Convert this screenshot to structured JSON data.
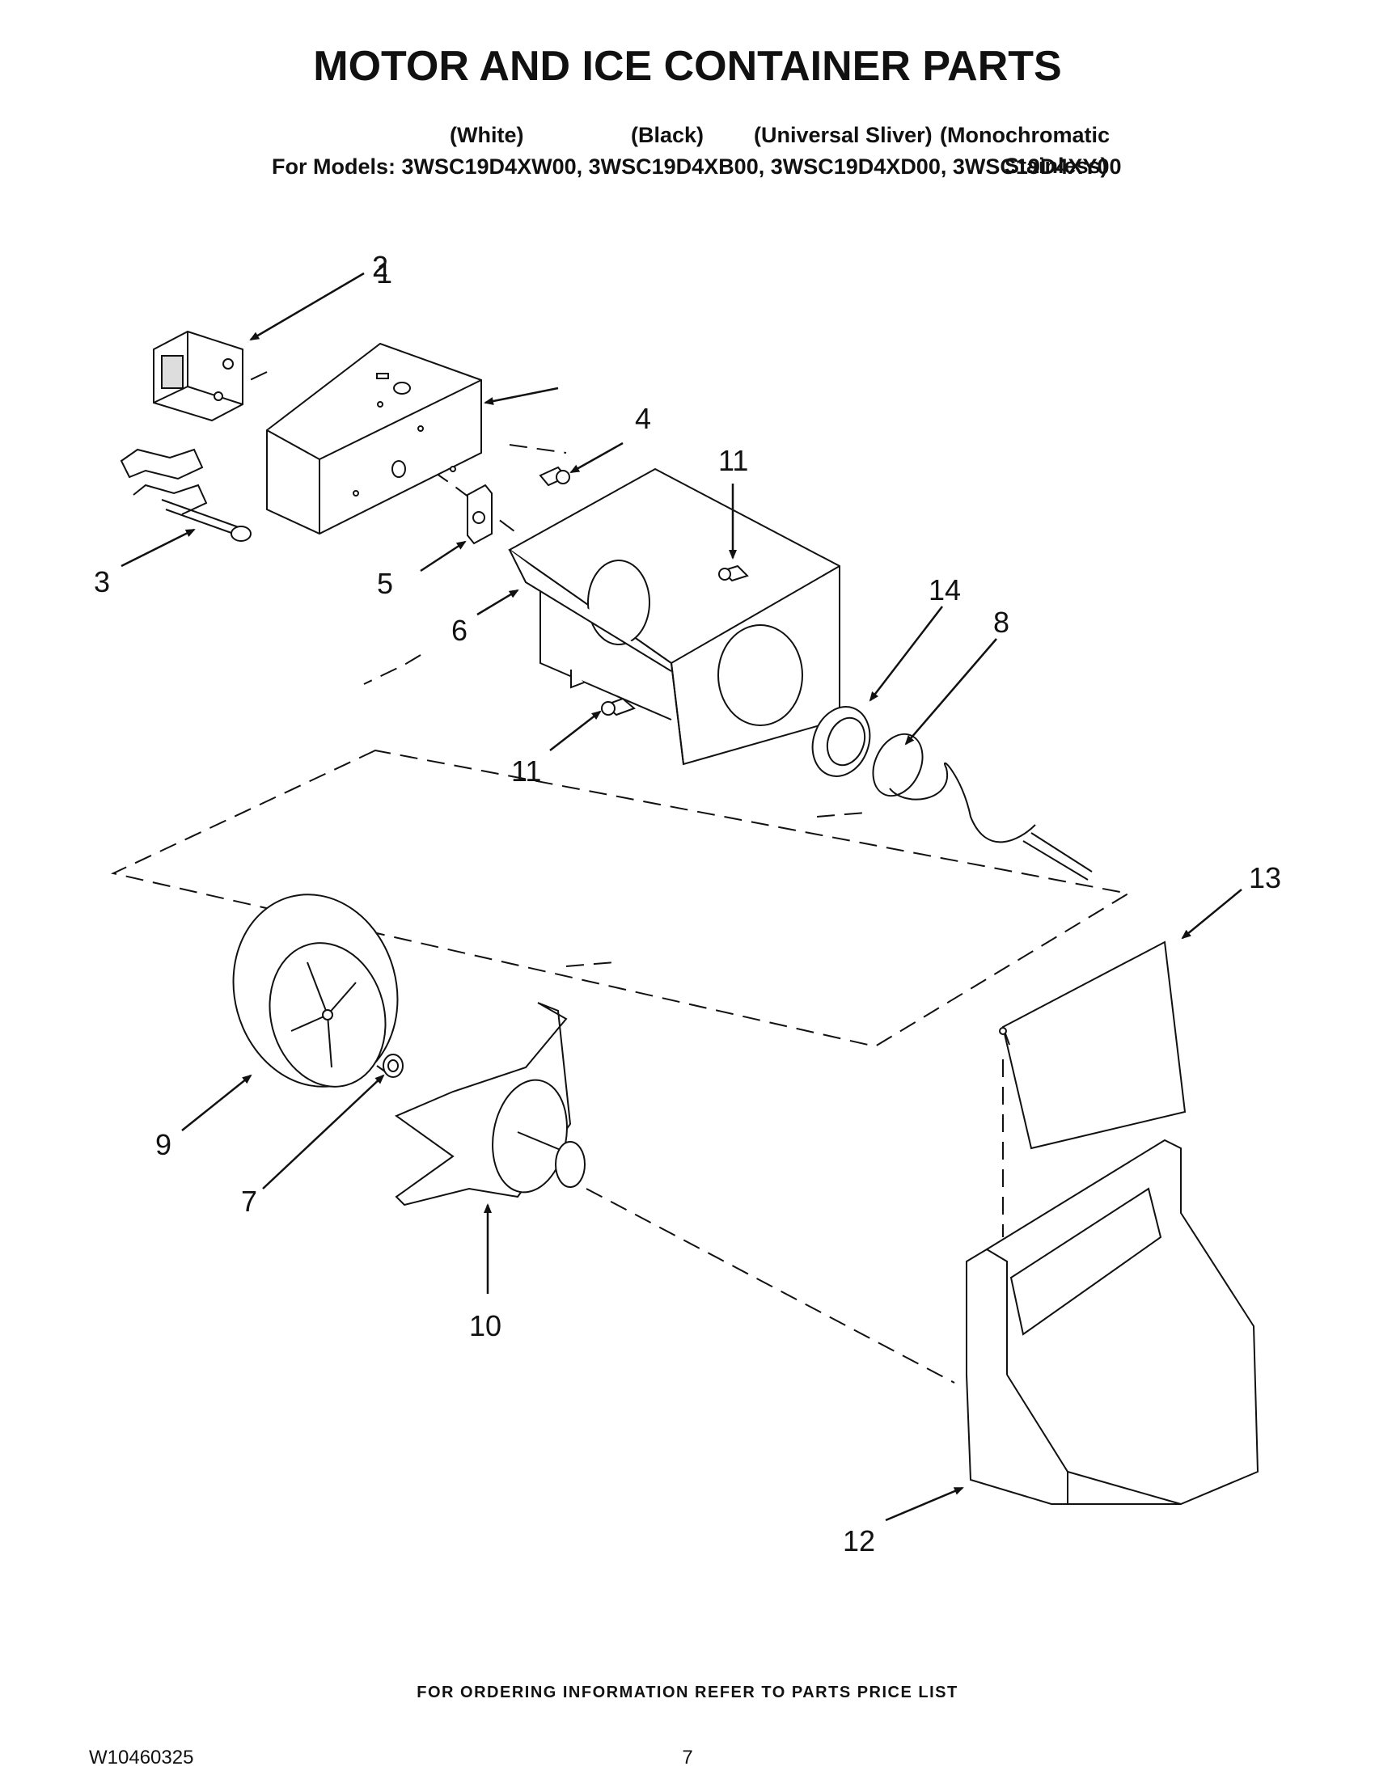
{
  "header": {
    "title": "MOTOR AND ICE CONTAINER PARTS",
    "models_prefix": "For Models:",
    "models": [
      "3WSC19D4XW00,",
      "3WSC19D4XB00,",
      "3WSC19D4XD00,",
      "3WSC19D4XY00"
    ],
    "colors": [
      "(White)",
      "(Black)",
      "(Universal Sliver)",
      "(Monochromatic",
      "Stainless)"
    ]
  },
  "callouts": [
    "1",
    "2",
    "3",
    "4",
    "5",
    "6",
    "7",
    "8",
    "9",
    "10",
    "11",
    "11",
    "12",
    "13",
    "14"
  ],
  "footer": {
    "ordering_note": "FOR ORDERING INFORMATION REFER TO PARTS PRICE LIST",
    "doc_number": "W10460325",
    "page_number": "7"
  }
}
